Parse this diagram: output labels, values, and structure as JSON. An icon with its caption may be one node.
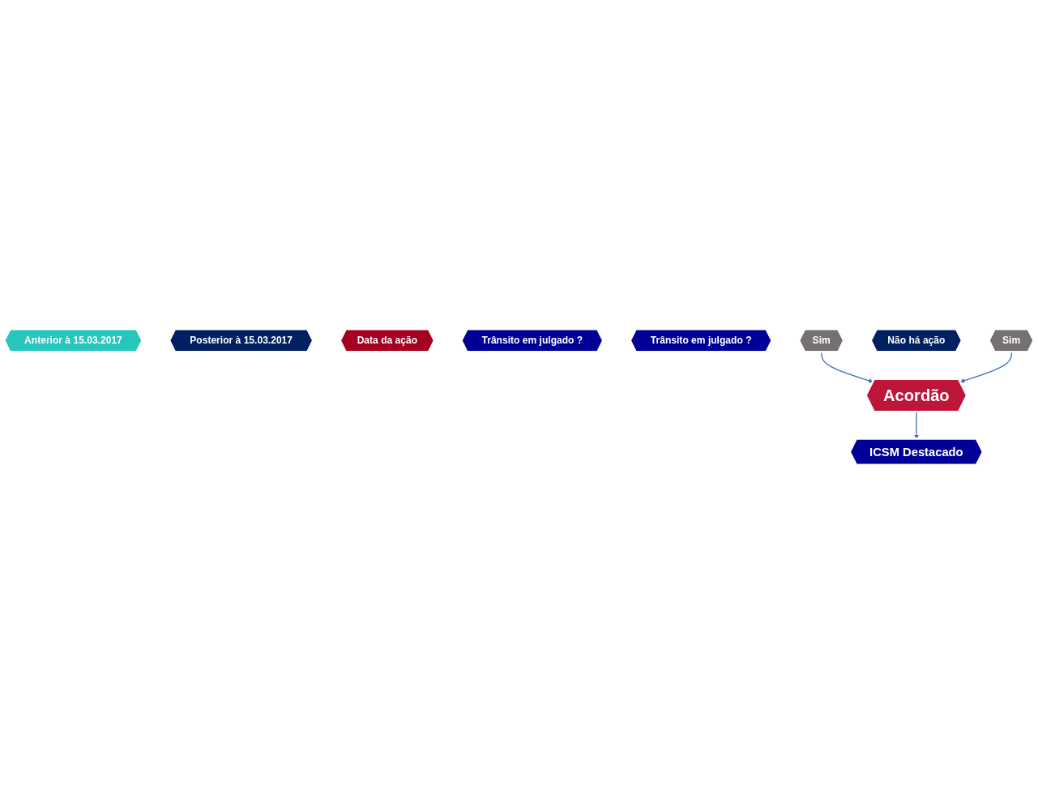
{
  "diagram": {
    "nodes": [
      {
        "text": [
          "Anterior à 15.03.2017"
        ]
      },
      {
        "text": [
          "Posterior à 15.03.2017"
        ]
      },
      {
        "text": [
          "Data da ação"
        ]
      },
      {
        "text": [
          "Trânsito em julgado ?"
        ]
      },
      {
        "text": [
          "Trânsito em julgado ?"
        ]
      },
      {
        "text": [
          "Sim"
        ]
      },
      {
        "text": [
          "Não há ação"
        ]
      },
      {
        "text": [
          "Sim"
        ]
      },
      {
        "text": [
          "Acordão"
        ]
      },
      {
        "text": [
          "ICSM Destacado"
        ]
      }
    ],
    "edges": [
      {
        "from": 5,
        "to": 8,
        "arrow": "to"
      },
      {
        "from": 7,
        "to": 8,
        "arrow": "to"
      },
      {
        "from": 8,
        "to": 9,
        "arrow": "to"
      }
    ]
  }
}
